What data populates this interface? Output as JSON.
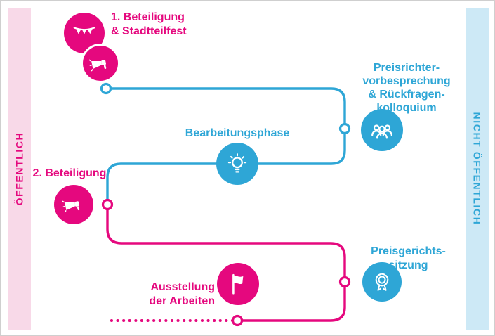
{
  "bands": {
    "left": {
      "label": "ÖFFENTLICH"
    },
    "right": {
      "label": "NICHT ÖFFENTLICH"
    }
  },
  "colors": {
    "pink": "#e5087e",
    "blue": "#2ea6d6",
    "pink_band_bg": "#f8d9e8",
    "blue_band_bg": "#cde9f6"
  },
  "steps": [
    {
      "name": "beteiligung-1",
      "color": "pink",
      "icons": [
        "bunting-icon",
        "megaphone-icon"
      ],
      "lines": [
        "1. Beteiligung",
        "& Stadtteilfest"
      ]
    },
    {
      "name": "preisrichtervorbesprechung",
      "color": "blue",
      "icons": [
        "jury-icon"
      ],
      "lines": [
        "Preisrichter-",
        "vorbesprechung",
        "& Rückfragen-",
        "kolloquium"
      ]
    },
    {
      "name": "bearbeitungsphase",
      "color": "blue",
      "icons": [
        "lightbulb-icon"
      ],
      "lines": [
        "Bearbeitungsphase"
      ]
    },
    {
      "name": "beteiligung-2",
      "color": "pink",
      "icons": [
        "megaphone-icon"
      ],
      "lines": [
        "2. Beteiligung"
      ]
    },
    {
      "name": "preisgerichtssitzung",
      "color": "blue",
      "icons": [
        "medal-icon"
      ],
      "lines": [
        "Preisgerichts-",
        "sitzung"
      ]
    },
    {
      "name": "ausstellung",
      "color": "pink",
      "icons": [
        "flag-icon"
      ],
      "lines": [
        "Ausstellung",
        "der Arbeiten"
      ]
    }
  ]
}
